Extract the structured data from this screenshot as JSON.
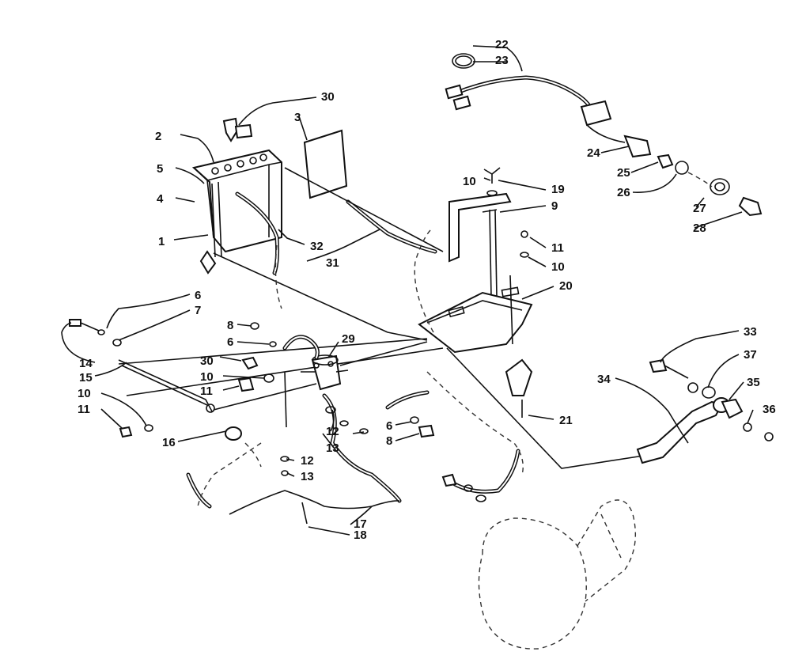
{
  "callouts": [
    {
      "id": "c1",
      "text": "1"
    },
    {
      "id": "c2",
      "text": "2"
    },
    {
      "id": "c3",
      "text": "3"
    },
    {
      "id": "c4",
      "text": "4"
    },
    {
      "id": "c5",
      "text": "5"
    },
    {
      "id": "c6a",
      "text": "6"
    },
    {
      "id": "c6b",
      "text": "6"
    },
    {
      "id": "c6c",
      "text": "6"
    },
    {
      "id": "c7",
      "text": "7"
    },
    {
      "id": "c8a",
      "text": "8"
    },
    {
      "id": "c8b",
      "text": "8"
    },
    {
      "id": "c9",
      "text": "9"
    },
    {
      "id": "c10a",
      "text": "10"
    },
    {
      "id": "c10b",
      "text": "10"
    },
    {
      "id": "c10c",
      "text": "10"
    },
    {
      "id": "c10d",
      "text": "10"
    },
    {
      "id": "c11a",
      "text": "11"
    },
    {
      "id": "c11b",
      "text": "11"
    },
    {
      "id": "c11c",
      "text": "11"
    },
    {
      "id": "c12a",
      "text": "12"
    },
    {
      "id": "c12b",
      "text": "12"
    },
    {
      "id": "c13a",
      "text": "13"
    },
    {
      "id": "c13b",
      "text": "13"
    },
    {
      "id": "c14",
      "text": "14"
    },
    {
      "id": "c15",
      "text": "15"
    },
    {
      "id": "c16",
      "text": "16"
    },
    {
      "id": "c17",
      "text": "17"
    },
    {
      "id": "c18",
      "text": "18"
    },
    {
      "id": "c19",
      "text": "19"
    },
    {
      "id": "c20",
      "text": "20"
    },
    {
      "id": "c21",
      "text": "21"
    },
    {
      "id": "c22",
      "text": "22"
    },
    {
      "id": "c23",
      "text": "23"
    },
    {
      "id": "c24",
      "text": "24"
    },
    {
      "id": "c25",
      "text": "25"
    },
    {
      "id": "c26",
      "text": "26"
    },
    {
      "id": "c27",
      "text": "27"
    },
    {
      "id": "c28",
      "text": "28"
    },
    {
      "id": "c29",
      "text": "29"
    },
    {
      "id": "c30a",
      "text": "30"
    },
    {
      "id": "c30b",
      "text": "30"
    },
    {
      "id": "c31",
      "text": "31"
    },
    {
      "id": "c32",
      "text": "32"
    },
    {
      "id": "c33",
      "text": "33"
    },
    {
      "id": "c34",
      "text": "34"
    },
    {
      "id": "c35",
      "text": "35"
    },
    {
      "id": "c36",
      "text": "36"
    },
    {
      "id": "c37",
      "text": "37"
    }
  ]
}
